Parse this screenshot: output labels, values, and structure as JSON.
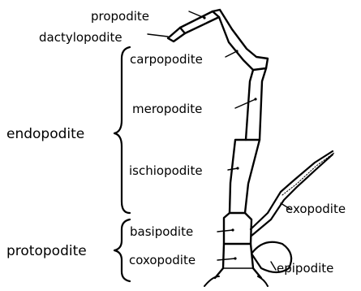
{
  "labels": {
    "propodite": "propodite",
    "dactylopodite": "dactylopodite",
    "carpopodite": "carpopodite",
    "meropodite": "meropodite",
    "ischiopodite": "ischiopodite",
    "basipodite": "basipodite",
    "coxopodite": "coxopodite",
    "exopodite": "exopodite",
    "epipodite": "epipodite",
    "endopodite": "endopodite",
    "protopodite": "protopodite"
  },
  "colors": {
    "ink": "#000000",
    "background": "#ffffff"
  }
}
